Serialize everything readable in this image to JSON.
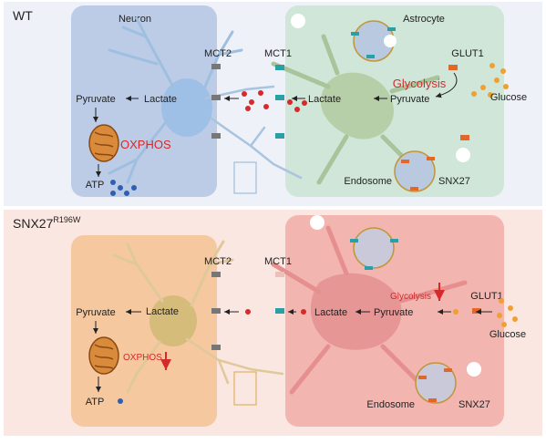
{
  "panels": {
    "wt": {
      "condition_label": "WT",
      "neuron_label": "Neuron",
      "astrocyte_label": "Astrocyte",
      "mct2_label": "MCT2",
      "mct1_label": "MCT1",
      "glut1_label": "GLUT1",
      "glucose_label": "Glucose",
      "glycolysis_label": "Glycolysis",
      "astro_pyruvate_label": "Pyruvate",
      "astro_lactate_label": "Lactate",
      "neuron_lactate_label": "Lactate",
      "neuron_pyruvate_label": "Pyruvate",
      "oxphos_label": "OXPHOS",
      "atp_label": "ATP",
      "endosome_label": "Endosome",
      "snx27_label": "SNX27"
    },
    "mutant": {
      "condition_label": "SNX27",
      "condition_superscript": "R196W",
      "mct2_label": "MCT2",
      "mct1_label": "MCT1",
      "glut1_label": "GLUT1",
      "glucose_label": "Glucose",
      "glycolysis_label": "Glycolysis",
      "astro_pyruvate_label": "Pyruvate",
      "astro_lactate_label": "Lactate",
      "neuron_lactate_label": "Lactate",
      "neuron_pyruvate_label": "Pyruvate",
      "oxphos_label": "OXPHOS",
      "atp_label": "ATP",
      "endosome_label": "Endosome",
      "snx27_label": "SNX27"
    }
  },
  "colors": {
    "wt_background": "#eef1f8",
    "mutant_background": "#fbe7e1",
    "wt_neuron": "#bccce6",
    "wt_astrocyte": "#cfe6d8",
    "mut_neuron": "#f5c89f",
    "mut_astrocyte": "#f2b5b0",
    "lactate_dot": "#d62a2a",
    "atp_dot": "#2f5fb3",
    "glucose_dot": "#f0a030",
    "down_arrow": "#d42a2a"
  }
}
